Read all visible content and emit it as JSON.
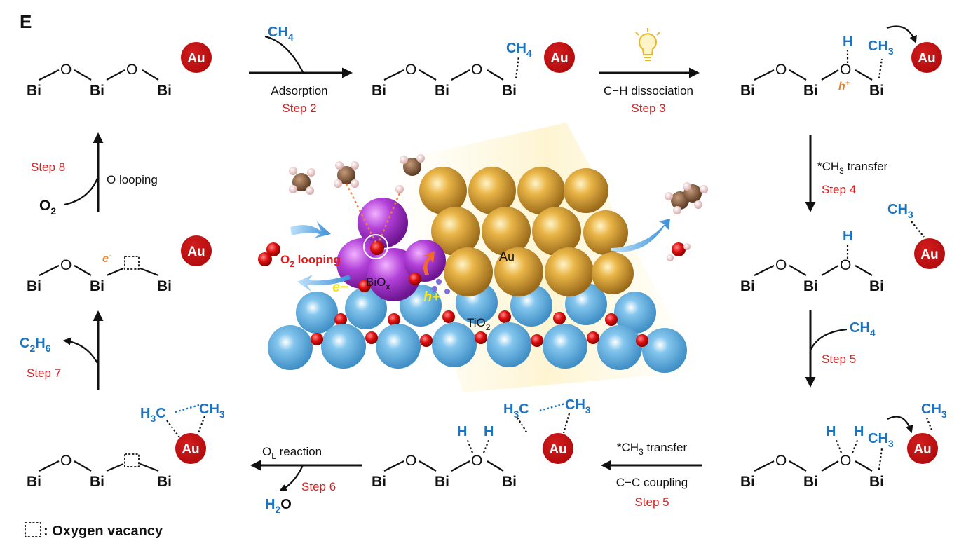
{
  "panel_label": "E",
  "atoms": {
    "bismuth": "Bi",
    "oxygen": "O",
    "gold": "Au",
    "hydrogen": "H"
  },
  "species": {
    "methane": "CH4",
    "methyl": "CH3",
    "methyl_left": "H3C",
    "ethane": "C2H6",
    "water": "H2O",
    "oxygen_gas": "O2",
    "hole": "h+",
    "electron": "e-"
  },
  "steps": {
    "step2": {
      "label": "Adsorption",
      "step": "Step 2"
    },
    "step3": {
      "label": "C−H dissociation",
      "step": "Step 3"
    },
    "step4": {
      "label": "*CH3 transfer",
      "step": "Step 4"
    },
    "step5a": {
      "step": "Step 5"
    },
    "step5b": {
      "label1": "*CH3 transfer",
      "label2": "C−C coupling",
      "step": "Step 5"
    },
    "step6": {
      "label": "OL reaction",
      "step": "Step 6"
    },
    "step7": {
      "step": "Step 7"
    },
    "step8": {
      "label": "O looping",
      "step": "Step 8"
    }
  },
  "center_scene": {
    "au_label": "Au",
    "biox_label": "BiOx",
    "tio2_label": "TiO2",
    "o2_looping": "O2 looping",
    "electron": "e−",
    "hole": "h+"
  },
  "legend": {
    "text": ": Oxygen vacancy"
  },
  "colors": {
    "gold_atom": "#c50f12",
    "species_blue": "#1a74c2",
    "step_red": "#e8191a",
    "tio2_blue": "#66b3e3",
    "biox_purple": "#b13fd8",
    "au_cluster": "#e0a33b"
  }
}
